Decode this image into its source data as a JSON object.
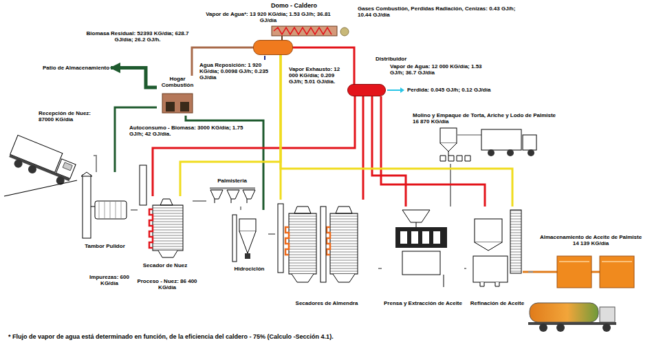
{
  "diagram": {
    "caption": "* Flujo de vapor de agua está determinado en función, de la eficiencia del caldero - 75% (Calculo -Sección 4.1).",
    "nodes": [
      {
        "text": [
          "Domo - Caldero"
        ]
      },
      {
        "text": [
          "Patio de Almacenamiento"
        ]
      },
      {
        "text": [
          "Hogar Combustión"
        ]
      },
      {
        "text": [
          "Distribuidor"
        ]
      },
      {
        "text": [
          "Molino y Empaque de Torta, Ariche y Lodo de Palmiste",
          "16 870 KG/día"
        ]
      },
      {
        "text": [
          "Recepción de Nuez: 87000 KG/día"
        ]
      },
      {
        "text": [
          "Tambor Pulidor"
        ]
      },
      {
        "text": [
          "Secador de Nuez"
        ]
      },
      {
        "text": [
          "Palmisteria"
        ]
      },
      {
        "text": [
          "Hidrociclón"
        ]
      },
      {
        "text": [
          "Secadores de Almendra"
        ]
      },
      {
        "text": [
          "Prensa y Extracción de Aceite"
        ]
      },
      {
        "text": [
          "Refinación de Aceite"
        ]
      },
      {
        "text": [
          "Almacenamiento de Aceite de Palmiste",
          "14 139 KG/día"
        ]
      }
    ],
    "edges": [
      {
        "from": 5,
        "to": 6,
        "arrow": "none"
      },
      {
        "from": 6,
        "to": 7,
        "arrow": "none"
      },
      {
        "from": 7,
        "to": 8,
        "arrow": "none"
      },
      {
        "from": 8,
        "to": 9,
        "arrow": "none"
      },
      {
        "from": 9,
        "to": 10,
        "arrow": "none"
      },
      {
        "from": 10,
        "to": 11,
        "arrow": "none"
      },
      {
        "from": 11,
        "to": 12,
        "arrow": "none"
      },
      {
        "from": 12,
        "to": 13,
        "arrow": "none"
      },
      {
        "from": 11,
        "to": 4,
        "arrow": "none"
      },
      {
        "from": 2,
        "to": 0,
        "arrow": "none"
      },
      {
        "from": 2,
        "to": 1,
        "arrow": "to"
      },
      {
        "from": 6,
        "to": 2,
        "arrow": "none"
      },
      {
        "from": 9,
        "to": 2,
        "arrow": "none"
      },
      {
        "from": 0,
        "to": 3,
        "arrow": "none"
      },
      {
        "from": 3,
        "to": 7,
        "arrow": "none"
      },
      {
        "from": 3,
        "to": 10,
        "arrow": "none"
      },
      {
        "from": 3,
        "to": 11,
        "arrow": "none"
      },
      {
        "from": 3,
        "to": 12,
        "arrow": "none"
      },
      {
        "from": 7,
        "to": 0,
        "arrow": "none"
      },
      {
        "from": 10,
        "to": 0,
        "arrow": "none"
      },
      {
        "from": 12,
        "to": 0,
        "arrow": "none"
      }
    ],
    "labels": [
      "Biomasa Residual: 52393 KG/día; 628.7 GJ/día; 26.2 GJ/h.",
      "Vapor de Agua*: 13 920 KG/día; 1.53 GJ/h; 36.81 GJ/día",
      "Gases Combustión, Perdidas Radiación, Cenizas: 0.43 GJ/h; 10.44 GJ/día",
      "Agua Reposición: 1 920 KG/día; 0.0098 GJ/h; 0.235 GJ/día",
      "Vapor Exhausto: 12 000 KG/día; 0.209 GJ/h; 5.01 GJ/día.",
      "Vapor de Agua: 12 000 KG/día; 1.53 GJ/h; 36.7 GJ/día",
      "Perdida: 0.045 GJ/h; 0.12 GJ/día",
      "Autoconsumo - Biomasa: 3000 KG/día; 1.75 GJ/h; 42 GJ/día.",
      "Impurezas: 600 KG/día",
      "Proceso - Nuez: 86 400 KG/día"
    ]
  }
}
